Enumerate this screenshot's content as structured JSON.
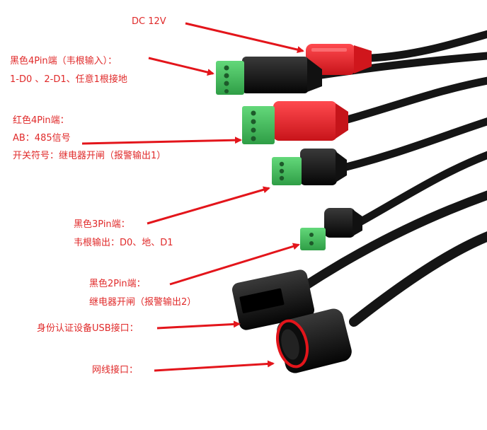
{
  "colors": {
    "label_text": "#e02a2a",
    "arrow": "#e3151b",
    "cable": "#141414",
    "red_connector": "#ee1c24",
    "green_terminal": "#3fc35a"
  },
  "labels": {
    "dc": "DC  12V",
    "black4pin": {
      "title": "黑色4Pin端（韦根输入）：",
      "desc": "1-D0 、2-D1、任意1根接地"
    },
    "red4pin": {
      "title": "红色4Pin端：",
      "line1": "AB：485信号",
      "line2": "开关符号：继电器开闸（报警输出1）"
    },
    "black3pin": {
      "title": "黑色3Pin端：",
      "desc": "韦根输出：D0、地、D1"
    },
    "black2pin": {
      "title": "黑色2Pin端：",
      "desc": "继电器开闸（报警输出2）"
    },
    "usb": "身份认证设备USB接口：",
    "network": "网线接口："
  },
  "icons": [
    "dc-barrel-connector-icon",
    "green-4pin-terminal-icon",
    "green-3pin-terminal-icon",
    "green-2pin-terminal-icon",
    "usb-a-female-connector-icon",
    "rj45-waterproof-connector-icon"
  ]
}
